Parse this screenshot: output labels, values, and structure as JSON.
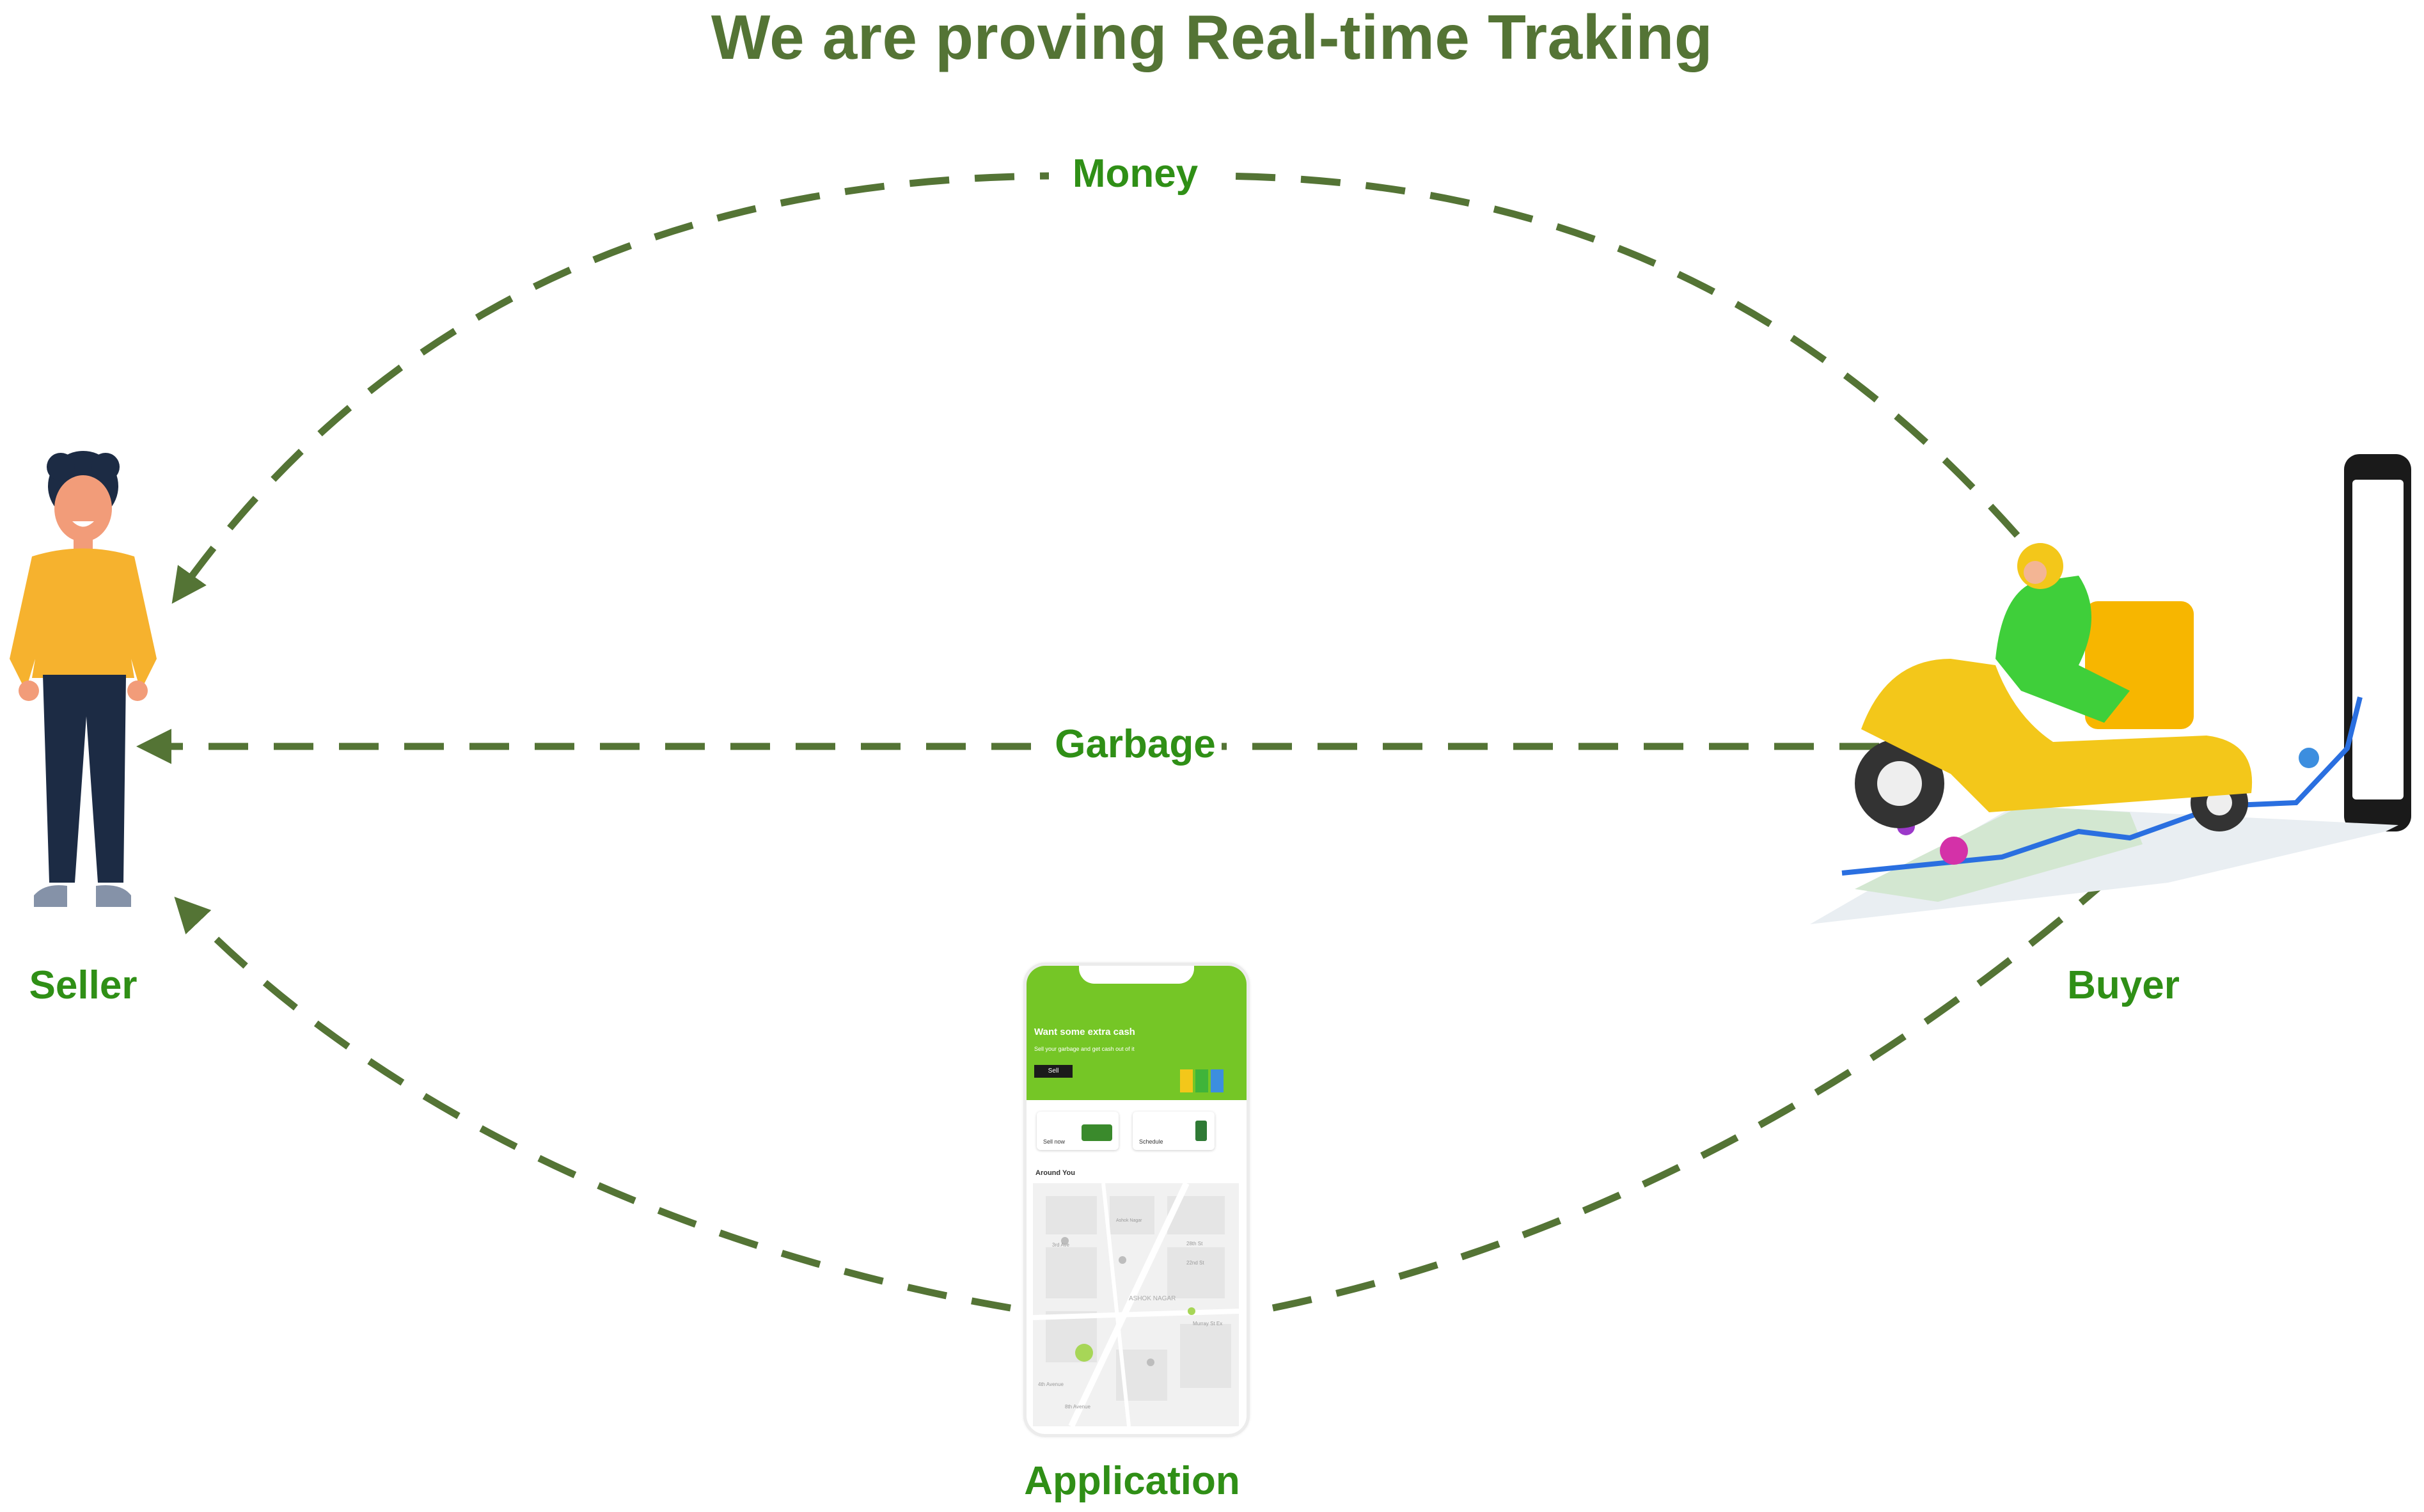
{
  "title": "We are proving Real-time Traking",
  "labels": {
    "money": "Money",
    "garbage": "Garbage",
    "seller": "Seller",
    "buyer": "Buyer",
    "application": "Application"
  },
  "app_screen": {
    "banner_title": "Want some extra cash",
    "banner_subtitle": "Sell your garbage and get cash out of it",
    "sell_button": "Sell",
    "card_sell_now": "Sell now",
    "card_schedule": "Schedule",
    "section_title": "Around You",
    "map_labels": [
      "3rd Ave",
      "ASHOK NAGAR",
      "22nd St",
      "28th St",
      "Murray St Ex",
      "4th Avenue",
      "8th Avenue",
      "Ashok Nagar"
    ]
  },
  "colors": {
    "title": "#547435",
    "label": "#2f8f16",
    "arrow": "#547435",
    "app_green": "#75c626",
    "shirt": "#f6b22e",
    "pants": "#1c2b44"
  },
  "icons": {
    "seller": "person-standing-icon",
    "buyer": "delivery-scooter-icon",
    "app": "mobile-phone-icon"
  }
}
